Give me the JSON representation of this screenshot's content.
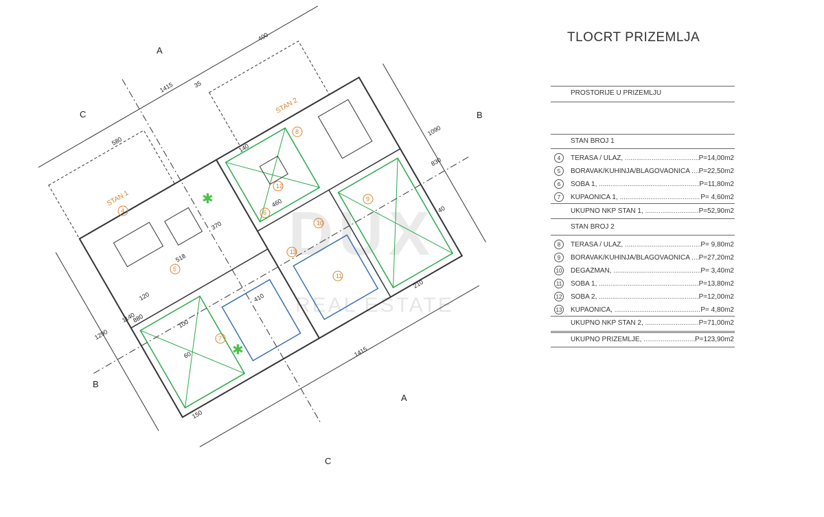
{
  "title": "TLOCRT PRIZEMLJA",
  "section_header": "PROSTORIJE U PRIZEMLJU",
  "unit1": {
    "label": "STAN BROJ 1",
    "rooms": [
      {
        "n": "4",
        "name": "TERASA / ULAZ,",
        "val": "P=14,00m2"
      },
      {
        "n": "5",
        "name": "BORAVAK/KUHINJA/BLAGOVAONICA",
        "val": "P=22,50m2"
      },
      {
        "n": "6",
        "name": "SOBA 1,",
        "val": "P=11,80m2"
      },
      {
        "n": "7",
        "name": "KUPAONICA 1,",
        "val": "P=  4,60m2"
      }
    ],
    "total_label": "UKUPNO NKP STAN 1,",
    "total_val": "P=52,90m2"
  },
  "unit2": {
    "label": "STAN BROJ 2",
    "rooms": [
      {
        "n": "8",
        "name": "TERASA / ULAZ,",
        "val": "P=  9,80m2"
      },
      {
        "n": "9",
        "name": "BORAVAK/KUHINJA/BLAGOVAONICA",
        "val": "P=27,20m2"
      },
      {
        "n": "10",
        "name": "DEGAŽMAN,",
        "val": "P=  3,40m2"
      },
      {
        "n": "11",
        "name": "SOBA 1,",
        "val": "P=13,80m2"
      },
      {
        "n": "12",
        "name": "SOBA 2,",
        "val": "P=12,00m2"
      },
      {
        "n": "13",
        "name": "KUPAONICA,",
        "val": "P=  4,80m2"
      }
    ],
    "total_label": "UKUPNO NKP STAN 2,",
    "total_val": "P=71,00m2"
  },
  "grand_total_label": "UKUPNO PRIZEMLJE,",
  "grand_total_val": "P=123,90m2",
  "plan": {
    "unit1_label": "STAN 1",
    "unit2_label": "STAN 2",
    "section_a": "A",
    "section_b": "B",
    "section_c": "C",
    "dims": [
      "1415",
      "400",
      "35",
      "580",
      "1090",
      "830",
      "1140",
      "1290",
      "880",
      "1415",
      "410",
      "370",
      "460",
      "518",
      "210",
      "100",
      "120",
      "140",
      "40",
      "60",
      "150"
    ],
    "room_numbers": [
      "4",
      "5",
      "6",
      "7",
      "8",
      "9",
      "10",
      "11",
      "12",
      "13"
    ]
  },
  "watermark": {
    "brand": "DUX",
    "sub": "REAL ESTATE"
  },
  "colors": {
    "wall": "#333333",
    "room_green": "#2aa84a",
    "bath_blue": "#3a6fb5",
    "orange": "#d9822b",
    "accent_green": "#4cc24c"
  }
}
